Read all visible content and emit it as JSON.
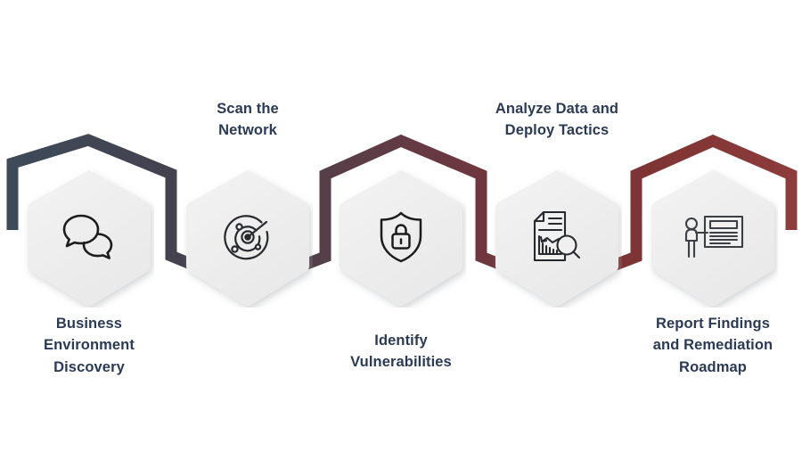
{
  "infographic": {
    "type": "hexagon-zigzag-process",
    "step_count": 5,
    "background_color": "#ffffff",
    "label_color": "#2b3a55",
    "hexagon_fill": "#efefef",
    "connector_gradient": {
      "start_color": "#3d4a58",
      "mid_color": "#55414c",
      "end_color": "#8b3a3a"
    },
    "steps": [
      {
        "index": 1,
        "label_lines": [
          "Business",
          "Environment",
          "Discovery"
        ],
        "label_position": "below",
        "icon": "speech-bubbles-icon",
        "connector_color": "#3d4a58"
      },
      {
        "index": 2,
        "label_lines": [
          "Scan the",
          "Network"
        ],
        "label_position": "above",
        "icon": "radar-scan-icon",
        "connector_color": "#4e3c48"
      },
      {
        "index": 3,
        "label_lines": [
          "Identify",
          "Vulnerabilities"
        ],
        "label_position": "below",
        "icon": "shield-lock-icon",
        "connector_color": "#6b3540"
      },
      {
        "index": 4,
        "label_lines": [
          "Analyze Data and",
          "Deploy Tactics"
        ],
        "label_position": "above",
        "icon": "document-chart-search-icon",
        "connector_color": "#7c3333"
      },
      {
        "index": 5,
        "label_lines": [
          "Report Findings",
          "and Remediation",
          "Roadmap"
        ],
        "label_position": "below",
        "icon": "presenter-board-icon",
        "connector_color": "#8b3a3a"
      }
    ]
  }
}
